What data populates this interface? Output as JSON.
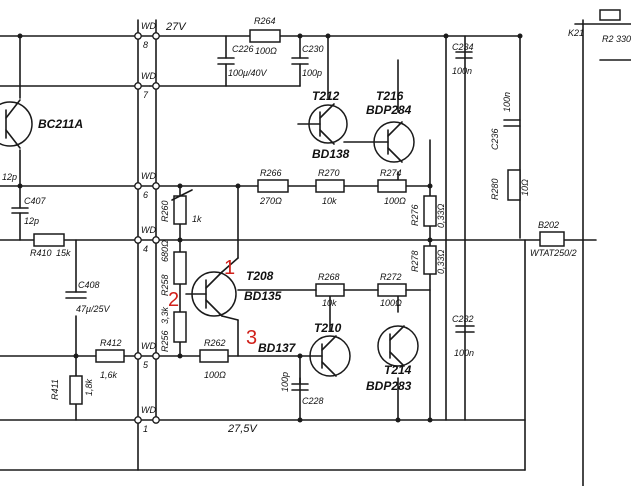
{
  "rails": {
    "top": "27V",
    "bottom": "27,5V"
  },
  "connector": {
    "prefix": "WD",
    "pins": [
      "8",
      "7",
      "6",
      "4",
      "5",
      "1"
    ]
  },
  "transistors": {
    "bc211a": "BC211A",
    "t208": "T208",
    "t208_type": "BD135",
    "t210": "T210",
    "t210_type": "BD137",
    "t212": "T212",
    "t212_type": "BD138",
    "t214": "T214",
    "t214_type": "BDP283",
    "t216": "T216",
    "t216_type": "BDP284"
  },
  "resistors": {
    "r264": "R264",
    "r264_v": "100Ω",
    "r266": "R266",
    "r266_v": "270Ω",
    "r270": "R270",
    "r270_v": "10k",
    "r274": "R274",
    "r274_v": "100Ω",
    "r276": "R276",
    "r276_v": "0,33Ω",
    "r278": "R278",
    "r278_v": "0,33Ω",
    "r268": "R268",
    "r268_v": "10k",
    "r272": "R272",
    "r272_v": "100Ω",
    "r262": "R262",
    "r262_v": "100Ω",
    "r258": "R258",
    "r258_v": "680Ω",
    "r256": "R256",
    "r256_v": "3,3k",
    "r260": "R260",
    "r260_v": "1k",
    "r410": "R410",
    "r410_v": "15k",
    "r412": "R412",
    "r412_v": "1,6k",
    "r411": "R411",
    "r411_v": "1,8k",
    "r280": "R280",
    "r280_v": "10Ω",
    "r2": "R2",
    "r2_v": "330"
  },
  "capacitors": {
    "c226": "C226",
    "c226_v": "100μ/40V",
    "c230": "C230",
    "c230_v": "100p",
    "c234": "C234",
    "c234_v": "100n",
    "c236": "C236",
    "c236_v": "100n",
    "c232": "C232",
    "c232_v": "100n",
    "c228": "C228",
    "c228_v": "100p",
    "c407": "C407",
    "c407_v": "12p",
    "c408": "C408",
    "c408_v": "47μ/25V",
    "c_left": "12p"
  },
  "misc": {
    "b202": "B202",
    "wtat": "WTAT250/2",
    "k21": "K21"
  },
  "annotations": [
    "1",
    "2",
    "3"
  ],
  "colors": {
    "ink": "#1a1a1a",
    "annotation": "#d0201a",
    "paper": "#ffffff"
  }
}
